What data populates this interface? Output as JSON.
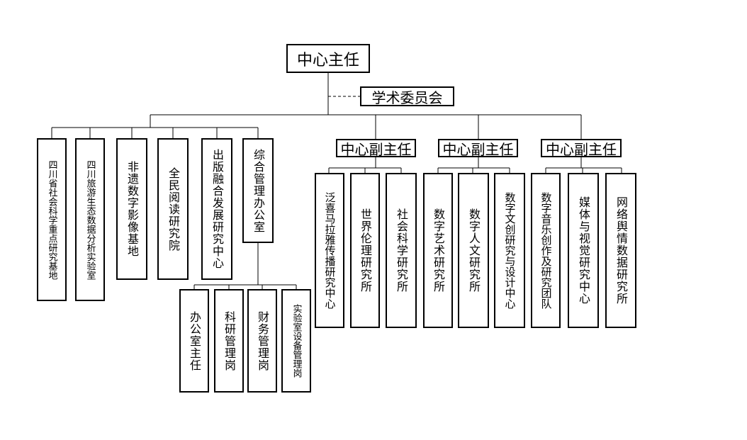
{
  "director": "中心主任",
  "committee": "学术委员会",
  "left_units": [
    "四川省社会科学重点研究基地",
    "四川旅游生态数据分析实验室",
    "非遗数字影像基地",
    "全民阅读研究院",
    "出版融合发展研究中心",
    "综合管理办公室"
  ],
  "office_units": [
    "办公室主任",
    "科研管理岗",
    "财务管理岗",
    "实验室设备管理岗"
  ],
  "deputies": [
    {
      "label": "中心副主任",
      "units": [
        "泛喜马拉雅传播研究中心",
        "世界伦理研究所",
        "社会科学研究所"
      ]
    },
    {
      "label": "中心副主任",
      "units": [
        "数字艺术研究所",
        "数字人文研究所",
        "数字文创研究与设计中心"
      ]
    },
    {
      "label": "中心副主任",
      "units": [
        "数字音乐创作及研究团队",
        "媒体与视觉研究中心",
        "网络舆情数据研究所"
      ]
    }
  ]
}
